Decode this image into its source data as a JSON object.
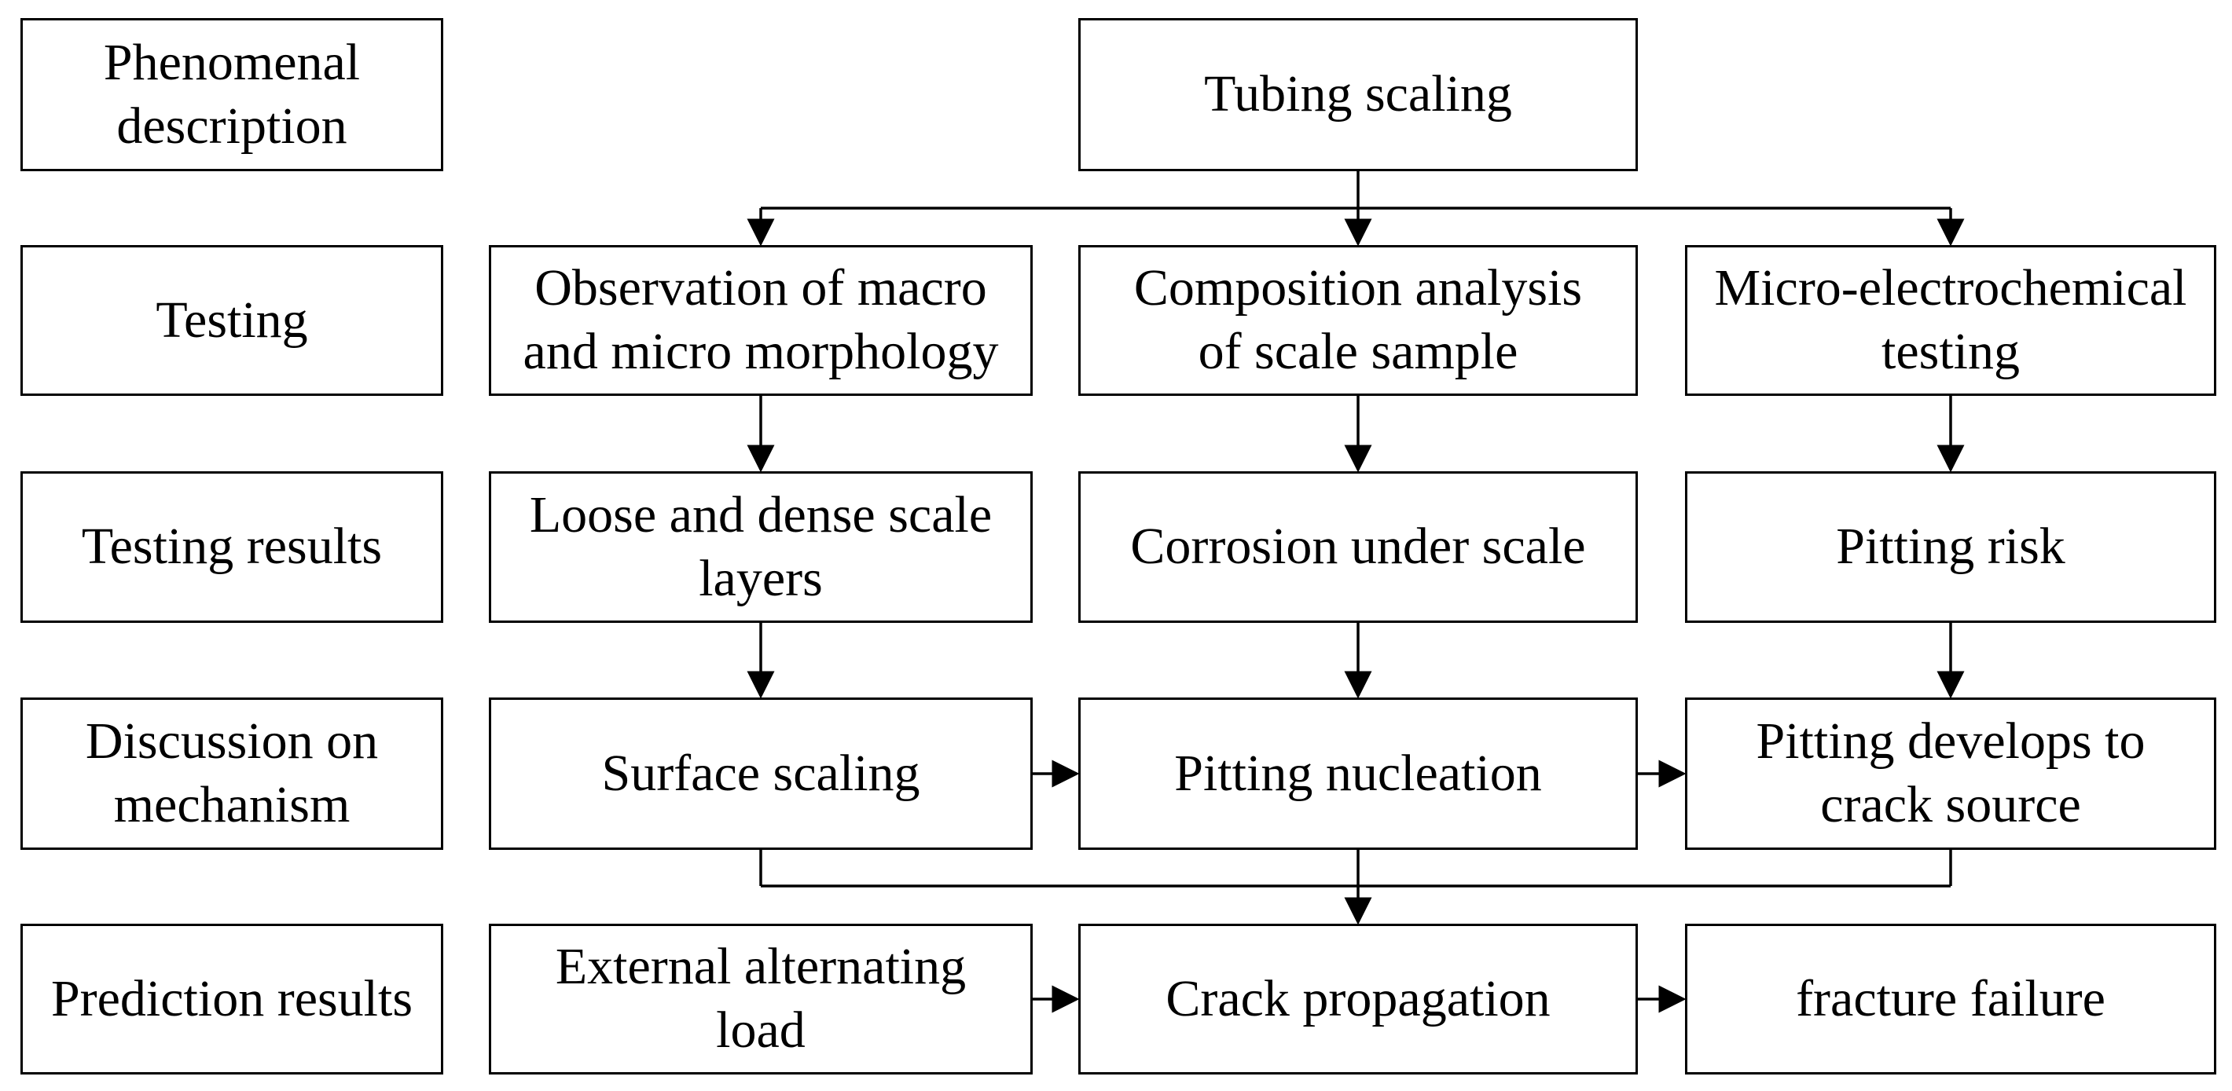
{
  "diagram": {
    "row_labels": [
      "Phenomenal\ndescription",
      "Testing",
      "Testing results",
      "Discussion on\nmechanism",
      "Prediction results"
    ],
    "root": "Tubing scaling",
    "testing": [
      "Observation of macro\nand micro morphology",
      "Composition analysis\nof scale sample",
      "Micro-electrochemical\ntesting"
    ],
    "results": [
      "Loose and dense scale\nlayers",
      "Corrosion  under scale",
      "Pitting risk"
    ],
    "mechanism": [
      "Surface scaling",
      "Pitting nucleation",
      "Pitting develops to\ncrack source"
    ],
    "prediction": [
      "External alternating\nload",
      "Crack propagation",
      "fracture failure"
    ]
  }
}
